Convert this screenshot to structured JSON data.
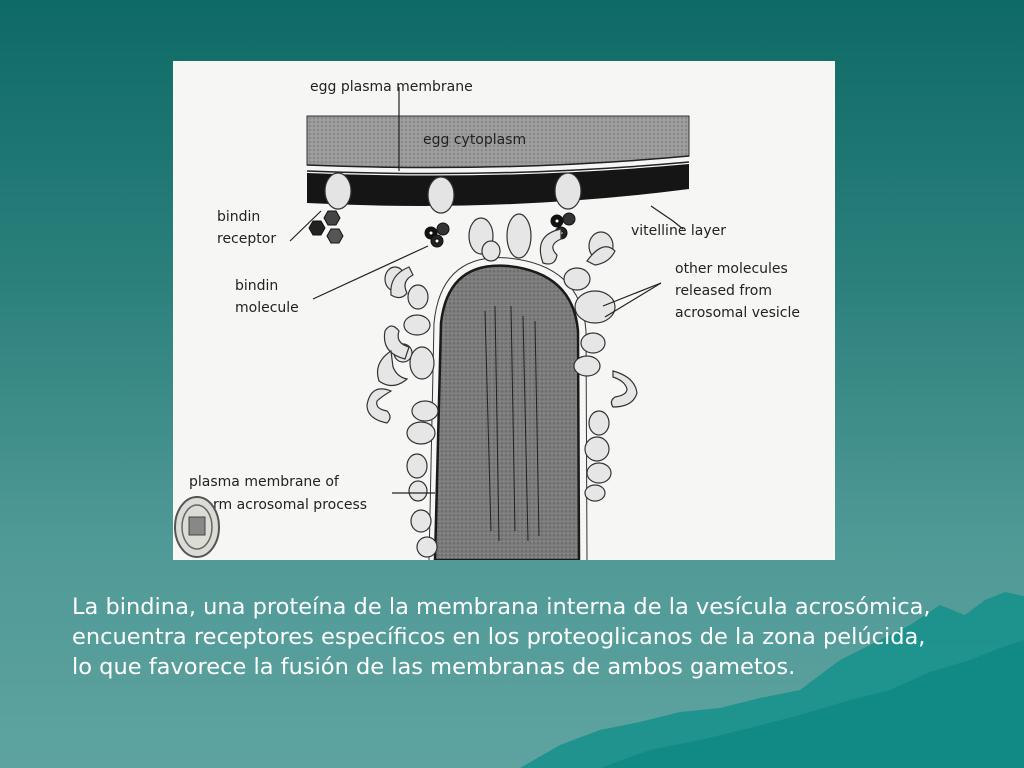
{
  "figure": {
    "labels": {
      "egg_plasma_membrane": "egg plasma membrane",
      "egg_cytoplasm": "egg cytoplasm",
      "bindin_receptor_line1": "bindin",
      "bindin_receptor_line2": "receptor",
      "vitelline_layer": "vitelline layer",
      "bindin_molecule_line1": "bindin",
      "bindin_molecule_line2": "molecule",
      "other_molecules_line1": "other molecules",
      "other_molecules_line2": "released from",
      "other_molecules_line3": "acrosomal vesicle",
      "plasma_membrane_line1": "plasma membrane of",
      "plasma_membrane_line2": "rm acrosomal process"
    }
  },
  "caption": {
    "text": "La bindina, una proteína de la membrana interna de la vesícula acrosómica, encuentra receptores específicos en los proteoglicanos de la zona pelúcida, lo que favorece la fusión de las membranas de ambos gametos."
  },
  "colors": {
    "background_top": "#0e6a66",
    "background_bottom": "#5ea3a0",
    "mountains": "#129690"
  }
}
